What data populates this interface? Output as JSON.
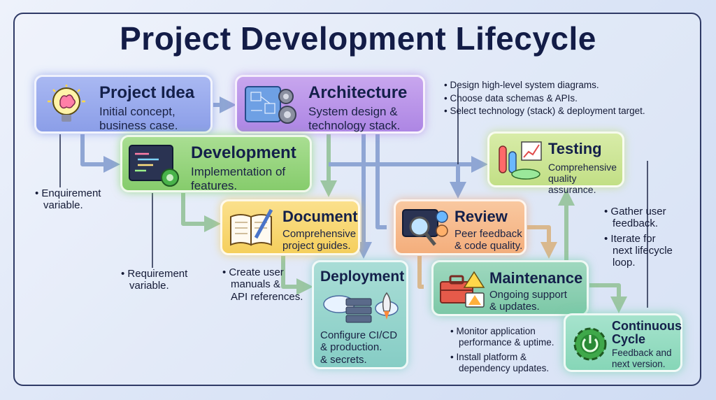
{
  "title": "Project Development Lifecycle",
  "nodes": {
    "idea": {
      "title": "Project Idea",
      "desc": [
        "Initial concept,",
        "business case."
      ],
      "icon": "lightbulb-brain-icon"
    },
    "architecture": {
      "title": "Architecture",
      "desc": [
        "System design &",
        "technology stack."
      ],
      "icon": "blueprint-gears-icon"
    },
    "development": {
      "title": "Development",
      "desc": [
        "Implementation of",
        "features."
      ],
      "icon": "code-editor-gear-icon"
    },
    "testing": {
      "title": "Testing",
      "desc": [
        "Comprehensive",
        "quality assurance."
      ],
      "icon": "lab-flasks-chart-icon"
    },
    "document": {
      "title": "Document",
      "desc": [
        "Comprehensive",
        "project guides."
      ],
      "icon": "open-book-pen-icon"
    },
    "review": {
      "title": "Review",
      "desc": [
        "Peer feedback",
        "& code quality."
      ],
      "icon": "magnifier-monitor-icon"
    },
    "deployment": {
      "title": "Deployment",
      "desc": [
        "Configure CI/CD",
        "& production.",
        "& secrets."
      ],
      "icon": "cloud-server-rocket-icon"
    },
    "maintenance": {
      "title": "Maintenance",
      "desc": [
        "Ongoing support",
        "& updates."
      ],
      "icon": "toolbox-warning-icon"
    },
    "continuous": {
      "title": [
        "Continuous",
        "Cycle"
      ],
      "desc": [
        "Feedback and",
        "next version."
      ],
      "icon": "power-gear-icon"
    }
  },
  "notes": {
    "architecture": [
      "Design high-level system diagrams.",
      "Choose data schemas & APIs.",
      "Select technology (stack) & deployment target."
    ],
    "idea_left": [
      "Enquirement",
      "variable."
    ],
    "dev_below": [
      "Requirement",
      "variable."
    ],
    "document": [
      "Create user",
      "manuals &",
      "API references."
    ],
    "maintenance": [
      "Monitor application",
      "performance & uptime.",
      "Install platform &",
      "dependency updates."
    ],
    "testing": [
      "Gather user",
      "feedback.",
      "Iterate for",
      "next lifecycle",
      "loop."
    ]
  },
  "colors": {
    "title": "#131c47",
    "frame": "#2f3a66",
    "arrow": "#8fa6d4",
    "idea": "#8b9ee8",
    "architecture": "#ad86e4",
    "development": "#86cc6c",
    "testing": "#c2df86",
    "document": "#f5cf5d",
    "review": "#f4ae7c",
    "deployment": "#86cdc5",
    "maintenance": "#7cc8a7",
    "continuous": "#86d6b7"
  }
}
